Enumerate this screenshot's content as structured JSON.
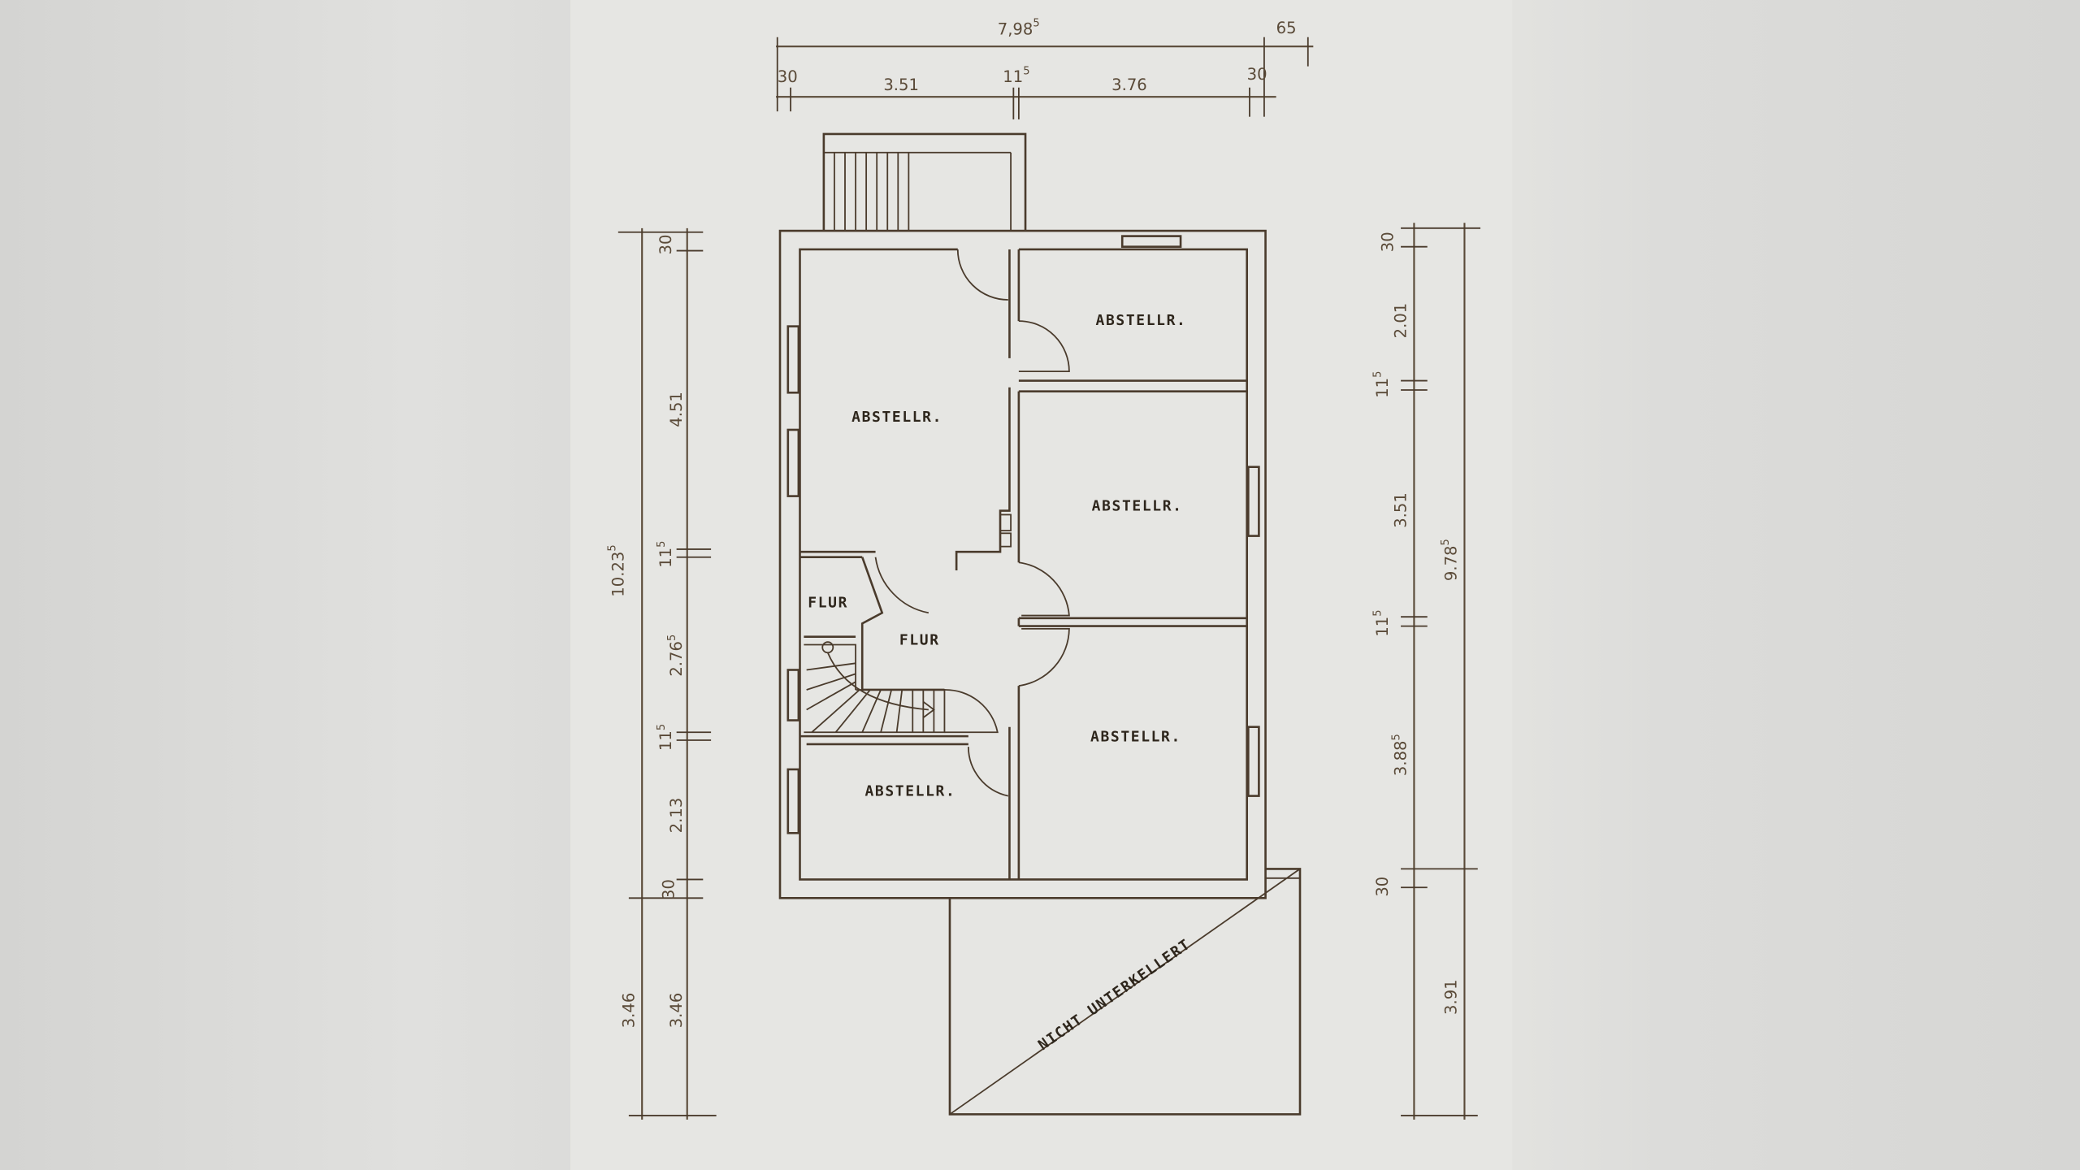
{
  "colors": {
    "ink": "#4a3b2c",
    "paper": "#e6e6e3",
    "background": "#d9d9d7"
  },
  "rooms": {
    "upper_left": "ABSTELLR.",
    "top_right": "ABSTELLR.",
    "middle_right": "ABSTELLR.",
    "bottom_right": "ABSTELLR.",
    "bottom_left": "ABSTELLR.",
    "flur_small": "FLUR",
    "flur_main": "FLUR",
    "annex": "NICHT UNTERKELLERT"
  },
  "dimensions": {
    "top_total": {
      "main": "7,98",
      "sup": "5"
    },
    "top_overhang": "65",
    "top_segments": [
      {
        "main": "30",
        "sup": ""
      },
      {
        "main": "3.51",
        "sup": ""
      },
      {
        "main": "11",
        "sup": "5"
      },
      {
        "main": "3.76",
        "sup": ""
      },
      {
        "main": "30",
        "sup": ""
      }
    ],
    "left_total": {
      "main": "10.23",
      "sup": "5"
    },
    "left_lower": "3.46",
    "left_segments": [
      {
        "main": "30",
        "sup": ""
      },
      {
        "main": "4.51",
        "sup": ""
      },
      {
        "main": "11",
        "sup": "5"
      },
      {
        "main": "2.76",
        "sup": "5"
      },
      {
        "main": "11",
        "sup": "5"
      },
      {
        "main": "2.13",
        "sup": ""
      },
      {
        "main": "30",
        "sup": ""
      },
      {
        "main": "3.46",
        "sup": ""
      }
    ],
    "right_total": {
      "main": "9.78",
      "sup": "5"
    },
    "right_segments": [
      {
        "main": "30",
        "sup": ""
      },
      {
        "main": "2.01",
        "sup": ""
      },
      {
        "main": "11",
        "sup": "5"
      },
      {
        "main": "3.51",
        "sup": ""
      },
      {
        "main": "11",
        "sup": "5"
      },
      {
        "main": "3.88",
        "sup": "5"
      },
      {
        "main": "30",
        "sup": ""
      },
      {
        "main": "3.91",
        "sup": ""
      }
    ]
  }
}
